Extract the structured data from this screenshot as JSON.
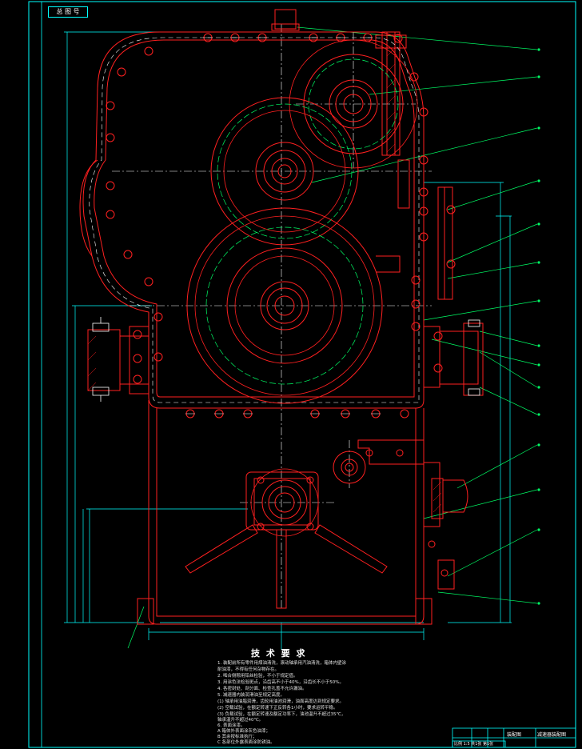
{
  "header_tag": "总 图 号",
  "notes": {
    "title": "技 术 要 求",
    "lines": [
      "1. 装配前所有零件用煤油清洗，滚动轴承用汽油清洗，箱体内壁涂",
      "   耐油漆，不得有任何杂物存在。",
      "2. 啮合侧隙用铅丝检验，不小于规定值。",
      "3. 用涂色法检验斑点，沿齿高不小于40%，沿齿长不小于50%。",
      "4. 各密封处、剖分面、检查孔盖不允许漏油。",
      "5. 减速器内装润滑油至规定高度。",
      "   (1) 轴承用油脂润滑，齿轮用油池润滑，油面高度达到规定要求。",
      "   (2) 空载试验，在额定转速下正反转各1小时，要求运转平稳。",
      "   (3) 负载试验，在额定转速及额定功率下，油池温升不超过35℃，",
      "       轴承温升不超过40℃。",
      "6. 表面涂漆。",
      "   A  箱体外表面涂灰色油漆；",
      "   B  其余按标准执行；",
      "   C  各部位外露表面涂防锈油。"
    ]
  },
  "title_block": {
    "drawing_name": "减速器装配图",
    "sub": "装配图",
    "scale_row": "比例  1:5   共1张  第1张"
  },
  "colors": {
    "background": "#000000",
    "frame": "#00ffff",
    "outline": "#ff2020",
    "center": "#ffffff",
    "pitch": "#00ff66",
    "leader": "#00ff66",
    "dim": "#00ffff",
    "bolt": "#ffffff"
  }
}
